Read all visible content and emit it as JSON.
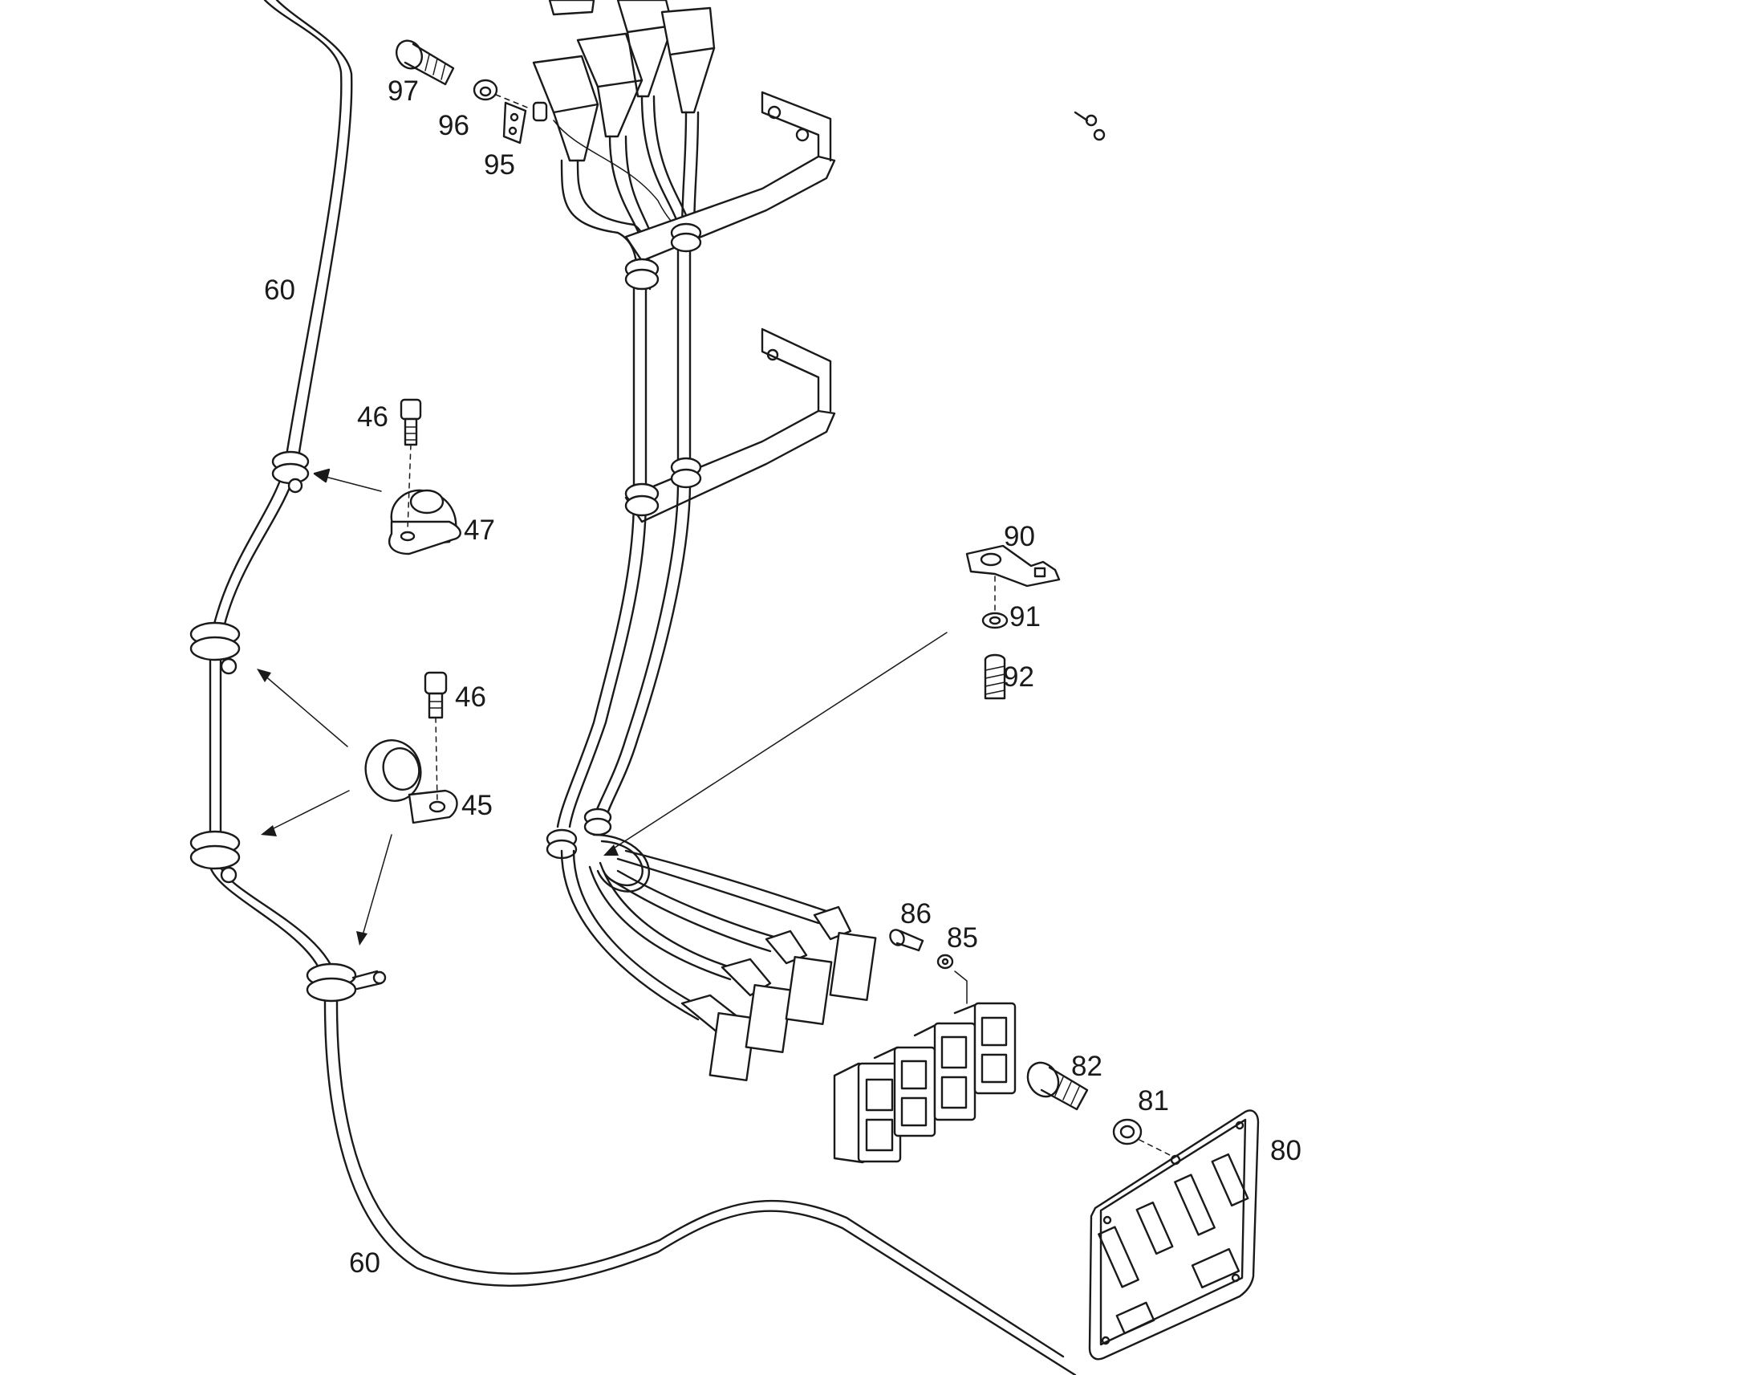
{
  "diagram": {
    "callouts": {
      "c97": "97",
      "c96": "96",
      "c95": "95",
      "c60a": "60",
      "c60b": "60",
      "c46a": "46",
      "c47": "47",
      "c46b": "46",
      "c45": "45",
      "c90": "90",
      "c91": "91",
      "c92": "92",
      "c86": "86",
      "c85": "85",
      "c82": "82",
      "c81": "81",
      "c80": "80"
    }
  }
}
